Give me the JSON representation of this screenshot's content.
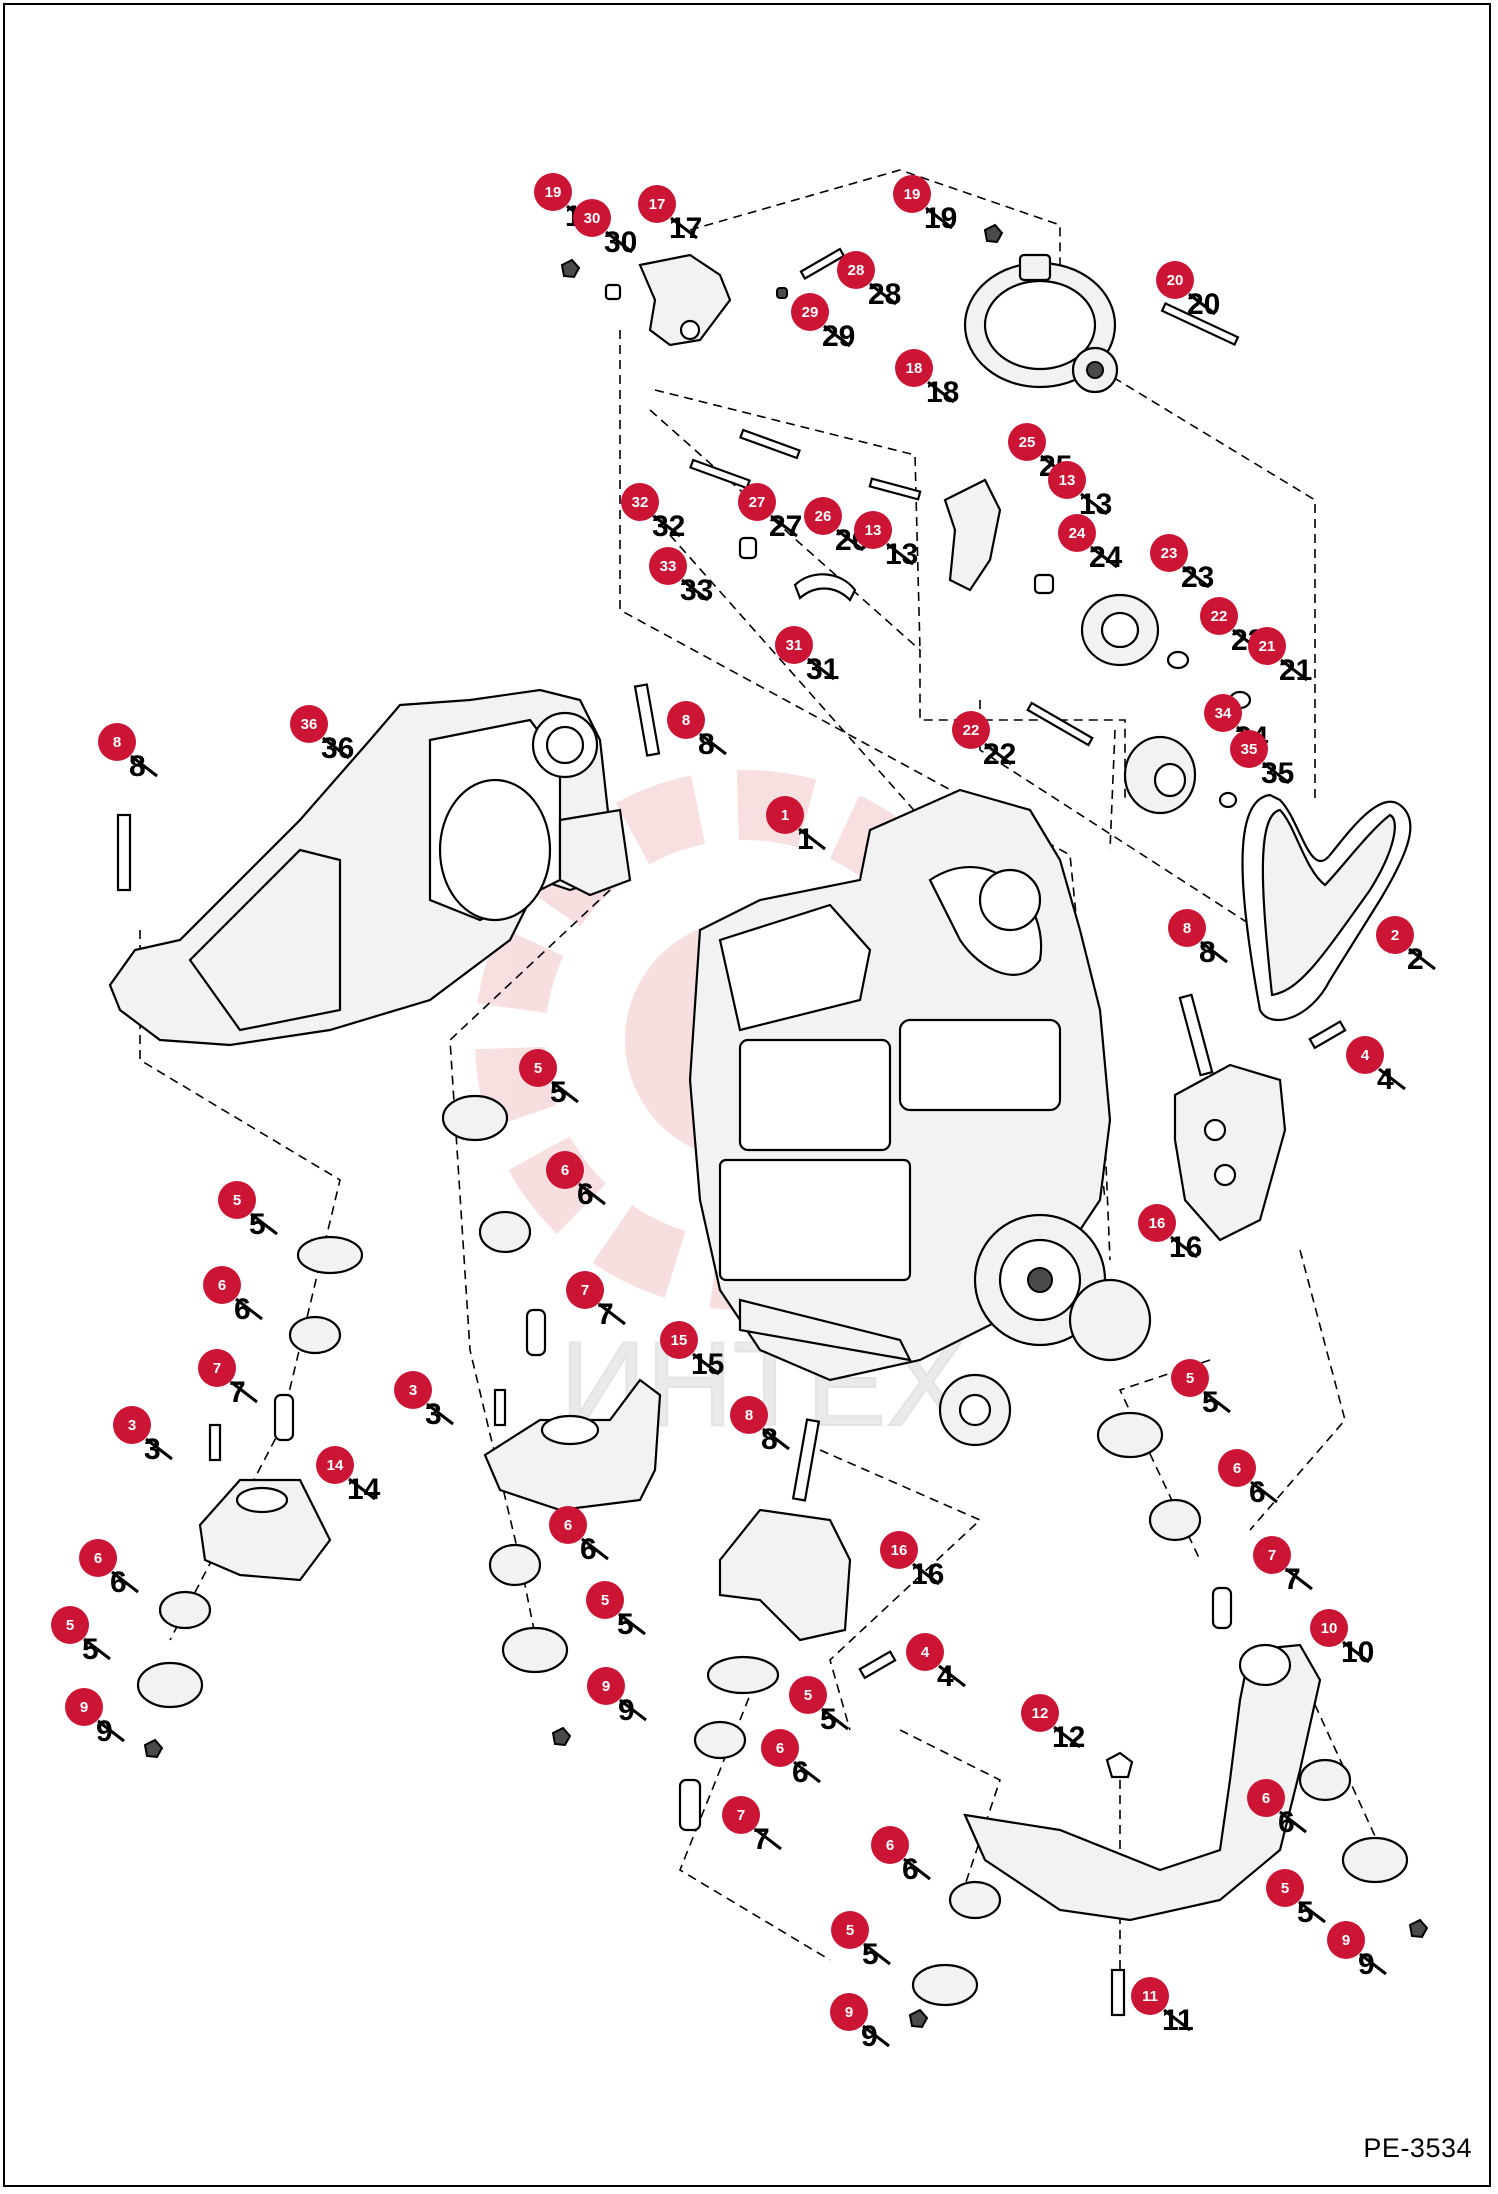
{
  "page_code": "PE-3534",
  "watermark_text": "ИНТЕХ",
  "marker_color": "#cc1535",
  "watermark_color": "#f3c6c6",
  "callouts": [
    {
      "id": "1",
      "label": "1"
    },
    {
      "id": "2",
      "label": "2"
    },
    {
      "id": "3a",
      "label": "3"
    },
    {
      "id": "3b",
      "label": "3"
    },
    {
      "id": "4a",
      "label": "4"
    },
    {
      "id": "4b",
      "label": "4"
    },
    {
      "id": "5a",
      "label": "5"
    },
    {
      "id": "5b",
      "label": "5"
    },
    {
      "id": "5c",
      "label": "5"
    },
    {
      "id": "5d",
      "label": "5"
    },
    {
      "id": "5e",
      "label": "5"
    },
    {
      "id": "5f",
      "label": "5"
    },
    {
      "id": "5g",
      "label": "5"
    },
    {
      "id": "5h",
      "label": "5"
    },
    {
      "id": "6a",
      "label": "6"
    },
    {
      "id": "6b",
      "label": "6"
    },
    {
      "id": "6c",
      "label": "6"
    },
    {
      "id": "6d",
      "label": "6"
    },
    {
      "id": "6e",
      "label": "6"
    },
    {
      "id": "6f",
      "label": "6"
    },
    {
      "id": "6g",
      "label": "6"
    },
    {
      "id": "6h",
      "label": "6"
    },
    {
      "id": "7a",
      "label": "7"
    },
    {
      "id": "7b",
      "label": "7"
    },
    {
      "id": "7c",
      "label": "7"
    },
    {
      "id": "7d",
      "label": "7"
    },
    {
      "id": "8a",
      "label": "8"
    },
    {
      "id": "8b",
      "label": "8"
    },
    {
      "id": "8c",
      "label": "8"
    },
    {
      "id": "8d",
      "label": "8"
    },
    {
      "id": "9a",
      "label": "9"
    },
    {
      "id": "9b",
      "label": "9"
    },
    {
      "id": "9c",
      "label": "9"
    },
    {
      "id": "9d",
      "label": "9"
    },
    {
      "id": "10",
      "label": "10"
    },
    {
      "id": "11",
      "label": "11"
    },
    {
      "id": "12",
      "label": "12"
    },
    {
      "id": "13a",
      "label": "13"
    },
    {
      "id": "13b",
      "label": "13"
    },
    {
      "id": "14",
      "label": "14"
    },
    {
      "id": "15",
      "label": "15"
    },
    {
      "id": "16a",
      "label": "16"
    },
    {
      "id": "16b",
      "label": "16"
    },
    {
      "id": "17",
      "label": "17"
    },
    {
      "id": "18",
      "label": "18"
    },
    {
      "id": "19a",
      "label": "19"
    },
    {
      "id": "19b",
      "label": "19"
    },
    {
      "id": "20",
      "label": "20"
    },
    {
      "id": "21",
      "label": "21"
    },
    {
      "id": "22a",
      "label": "22"
    },
    {
      "id": "22b",
      "label": "22"
    },
    {
      "id": "23",
      "label": "23"
    },
    {
      "id": "24",
      "label": "24"
    },
    {
      "id": "25",
      "label": "25"
    },
    {
      "id": "26",
      "label": "26"
    },
    {
      "id": "27",
      "label": "27"
    },
    {
      "id": "28",
      "label": "28"
    },
    {
      "id": "29",
      "label": "29"
    },
    {
      "id": "30",
      "label": "30"
    },
    {
      "id": "31",
      "label": "31"
    },
    {
      "id": "32",
      "label": "32"
    },
    {
      "id": "33",
      "label": "33"
    },
    {
      "id": "34",
      "label": "34"
    },
    {
      "id": "35",
      "label": "35"
    },
    {
      "id": "36",
      "label": "36"
    }
  ]
}
